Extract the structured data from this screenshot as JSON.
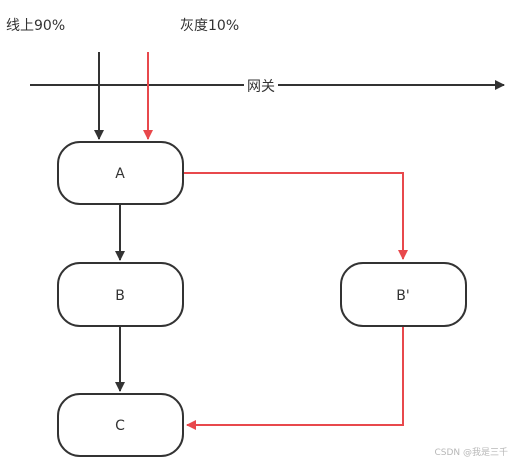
{
  "labels": {
    "online": "线上90%",
    "gray": "灰度10%",
    "gateway": "网关"
  },
  "nodes": {
    "a": "A",
    "b": "B",
    "b_prime": "B'",
    "c": "C"
  },
  "watermark": "CSDN @我是三千",
  "colors": {
    "dark": "#333333",
    "red": "#e8484c",
    "node_fill": "#ffffff"
  }
}
